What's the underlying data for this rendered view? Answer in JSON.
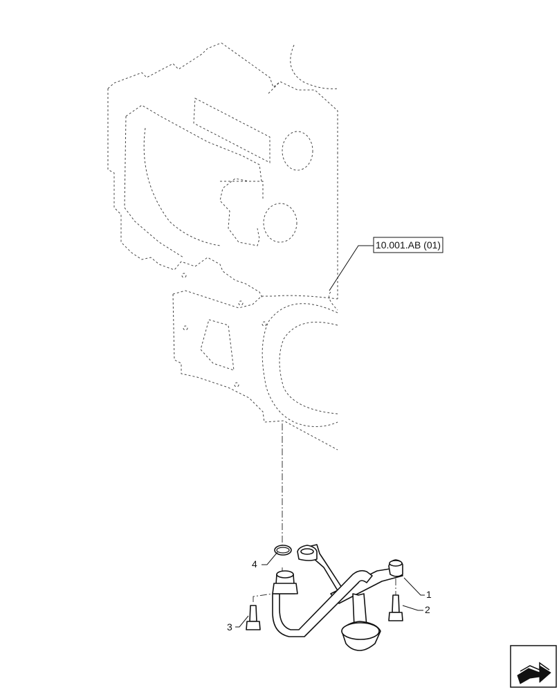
{
  "reference": {
    "label": "10.001.AB (01)"
  },
  "callouts": [
    {
      "number": "1"
    },
    {
      "number": "2"
    },
    {
      "number": "3"
    },
    {
      "number": "4"
    }
  ],
  "nav_icon": {
    "name": "next-page-arrow-icon"
  }
}
